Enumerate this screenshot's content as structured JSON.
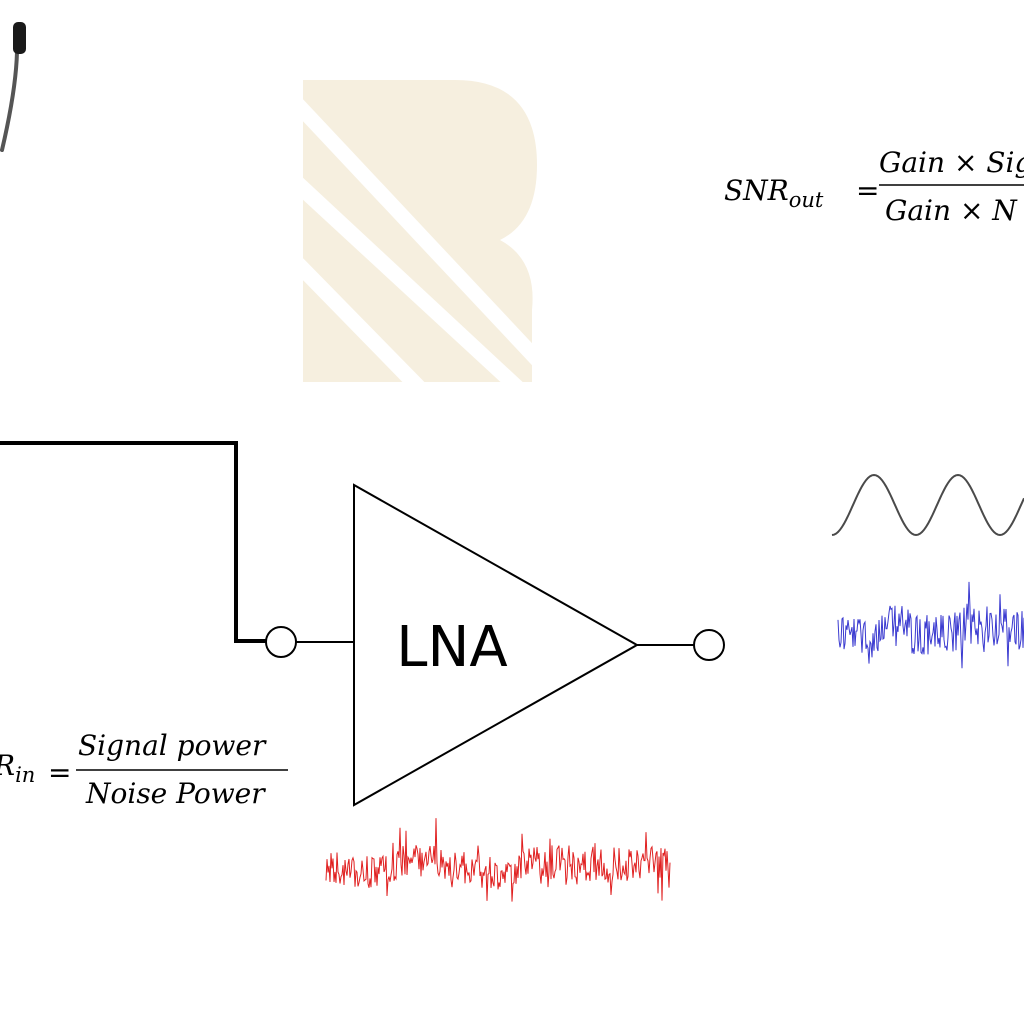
{
  "amplifier": {
    "label": "LNA"
  },
  "snr_out": {
    "lhs": "SNR",
    "subscript": "out",
    "equals": "=",
    "numerator": "Gain × Sig",
    "denominator": "Gain  × N"
  },
  "snr_in": {
    "lhs_fragment": "R",
    "subscript": "in",
    "equals": "=",
    "numerator": "Signal power",
    "denominator": "Noise Power"
  },
  "colors": {
    "line": "#000000",
    "watermark": "#f6efdf",
    "sine_wave": "#4a4a4a",
    "output_noise": "#3a3ad0",
    "input_noise": "#e02020"
  },
  "icons": {
    "antenna": "antenna-icon",
    "watermark": "watermark-logo"
  }
}
